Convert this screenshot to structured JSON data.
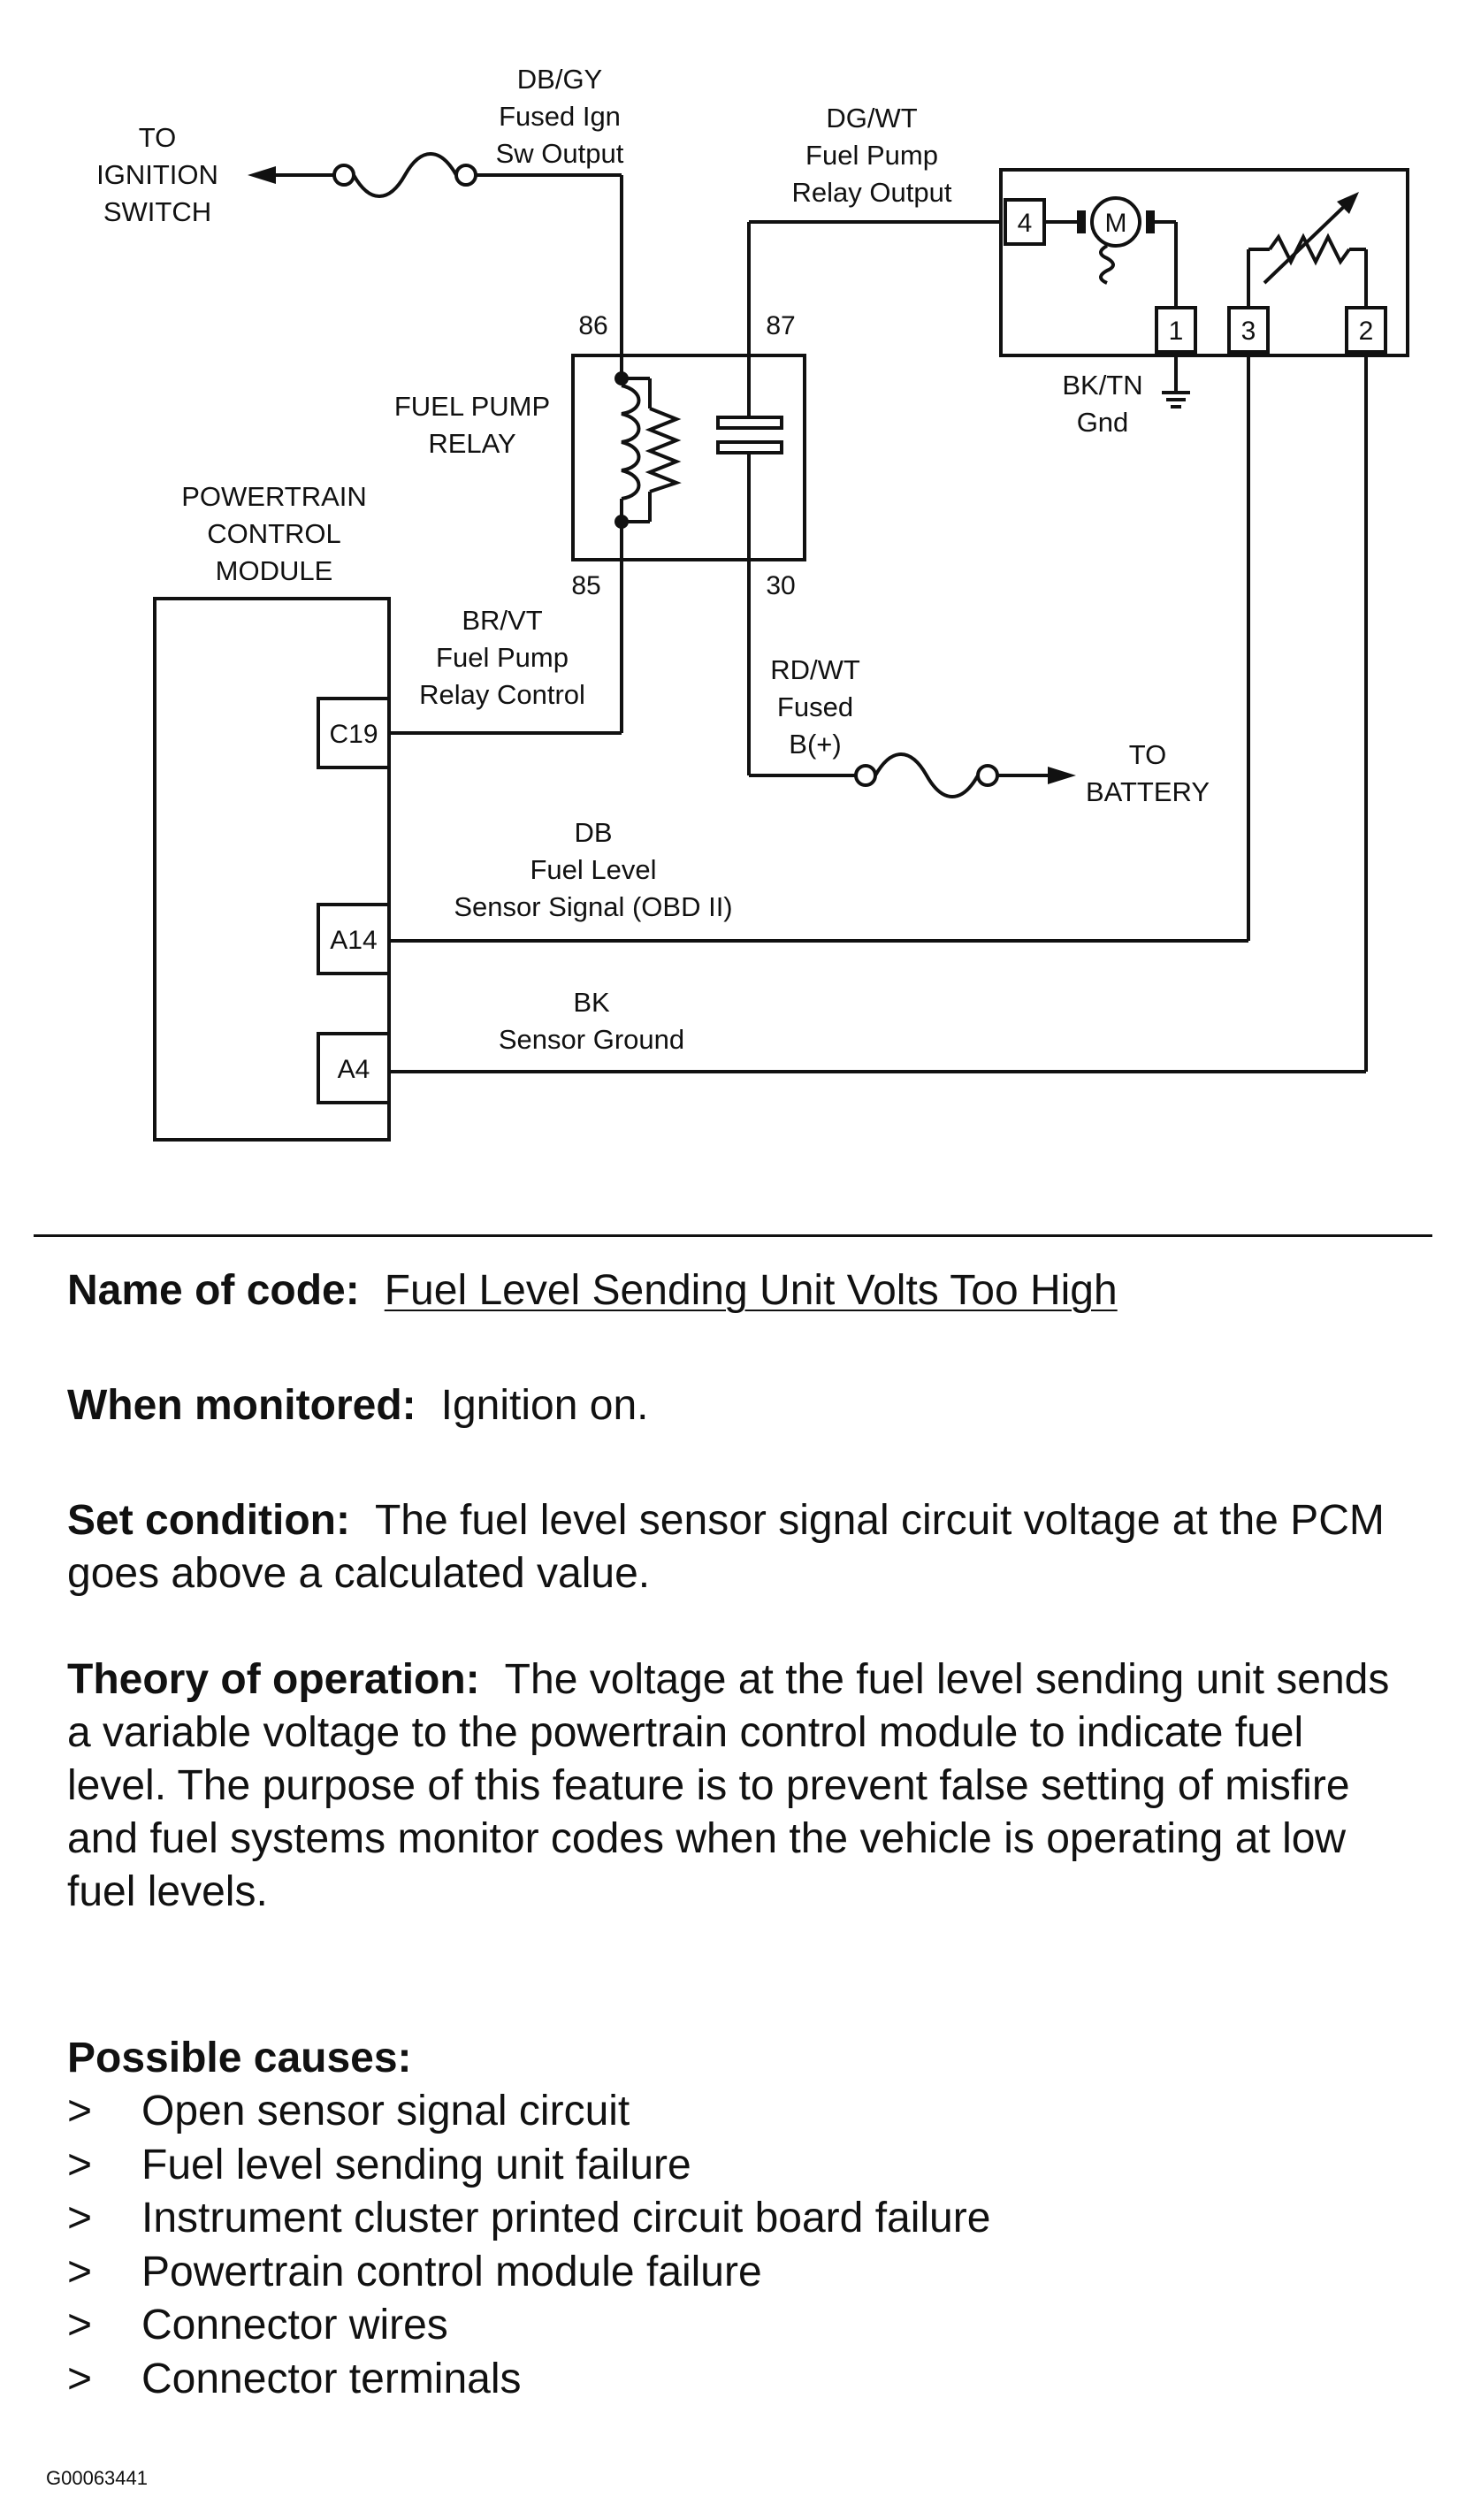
{
  "diagram": {
    "ignition_switch": [
      "TO",
      "IGNITION",
      "SWITCH"
    ],
    "fused_ign_wire": [
      "DB/GY",
      "Fused Ign",
      "Sw Output"
    ],
    "relay_output_wire": [
      "DG/WT",
      "Fuel Pump",
      "Relay Output"
    ],
    "relay_title": [
      "FUEL PUMP",
      "RELAY"
    ],
    "relay_pins": {
      "p86": "86",
      "p87": "87",
      "p85": "85",
      "p30": "30"
    },
    "pcm_title": [
      "POWERTRAIN",
      "CONTROL",
      "MODULE"
    ],
    "relay_control_wire": [
      "BR/VT",
      "Fuel Pump",
      "Relay Control"
    ],
    "battery_wire": [
      "RD/WT",
      "Fused",
      "B(+)"
    ],
    "battery": [
      "TO",
      "BATTERY"
    ],
    "sensor_signal_wire": [
      "DB",
      "Fuel Level",
      "Sensor Signal (OBD II)"
    ],
    "sensor_ground_wire": [
      "BK",
      "Sensor Ground"
    ],
    "ground_wire": [
      "BK/TN",
      "Gnd"
    ],
    "pcm_pins": {
      "c19": "C19",
      "a14": "A14",
      "a4": "A4"
    },
    "pump_terminals": {
      "t4": "4",
      "t1": "1",
      "t3": "3",
      "t2": "2"
    },
    "motor_letter": "M"
  },
  "info": {
    "name_label": "Name of code:",
    "name_value": "Fuel Level Sending Unit Volts Too High",
    "monitored_label": "When monitored:",
    "monitored_value": "Ignition on.",
    "set_label": "Set condition:",
    "set_value": "The fuel level sensor signal circuit voltage at the PCM goes above a calculated value.",
    "theory_label": "Theory of operation:",
    "theory_value": "The voltage at the fuel level sending unit sends a variable voltage to the powertrain control module to indicate fuel level. The purpose of this feature is to prevent false setting of misfire and fuel systems monitor codes when the vehicle is operating at low fuel levels.",
    "causes_label": "Possible causes:",
    "bullet": ">",
    "causes": [
      "Open sensor signal circuit",
      "Fuel level sending unit failure",
      "Instrument cluster printed circuit board failure",
      "Powertrain control module failure",
      "Connector wires",
      "Connector terminals"
    ]
  },
  "figure_id": "G00063441"
}
